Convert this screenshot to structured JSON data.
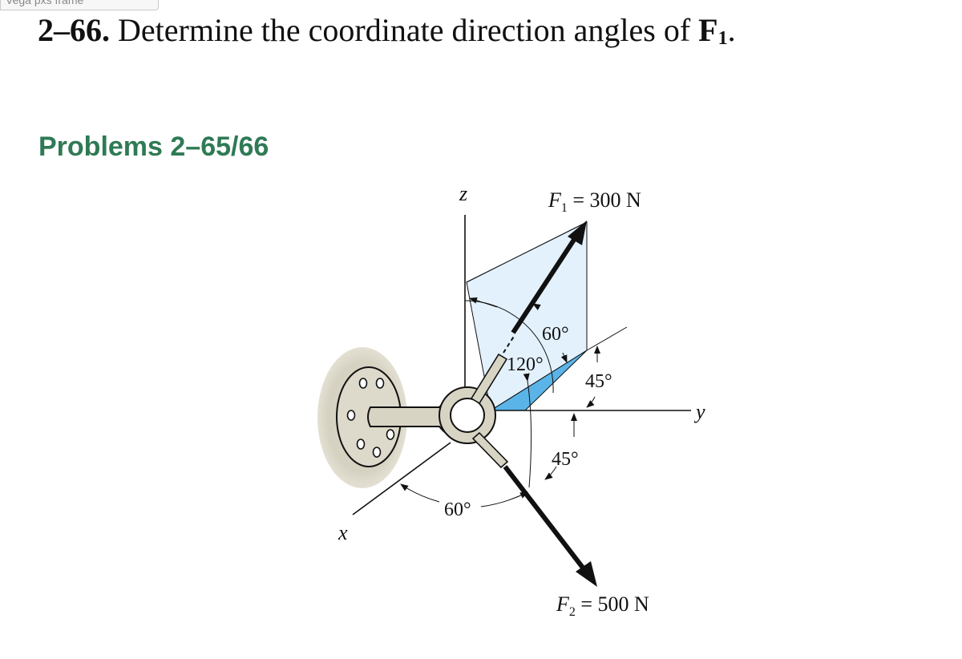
{
  "top_tab": {
    "label": "Vega pxs frame"
  },
  "problem": {
    "number": "2–66.",
    "statement": " Determine the coordinate direction angles of ",
    "vector": "F",
    "vector_sub": "1",
    "end": "."
  },
  "section_heading": "Problems 2–65/66",
  "figure": {
    "axis_z": "z",
    "axis_y": "y",
    "axis_x": "x",
    "f1_label": {
      "symbol": "F",
      "sub": "1",
      "value": " = 300 N"
    },
    "f2_label": {
      "symbol": "F",
      "sub": "2",
      "value": " = 500 N"
    },
    "angle_60_top": "60°",
    "angle_120": "120°",
    "angle_45_upper": "45°",
    "angle_45_lower": "45°",
    "angle_60_bottom": "60°",
    "colors": {
      "plane_fill": "#e3f1fc",
      "wedge_fill": "#5ab4e8",
      "wall": "#d8d4c4",
      "heading": "#2f7a55"
    }
  }
}
